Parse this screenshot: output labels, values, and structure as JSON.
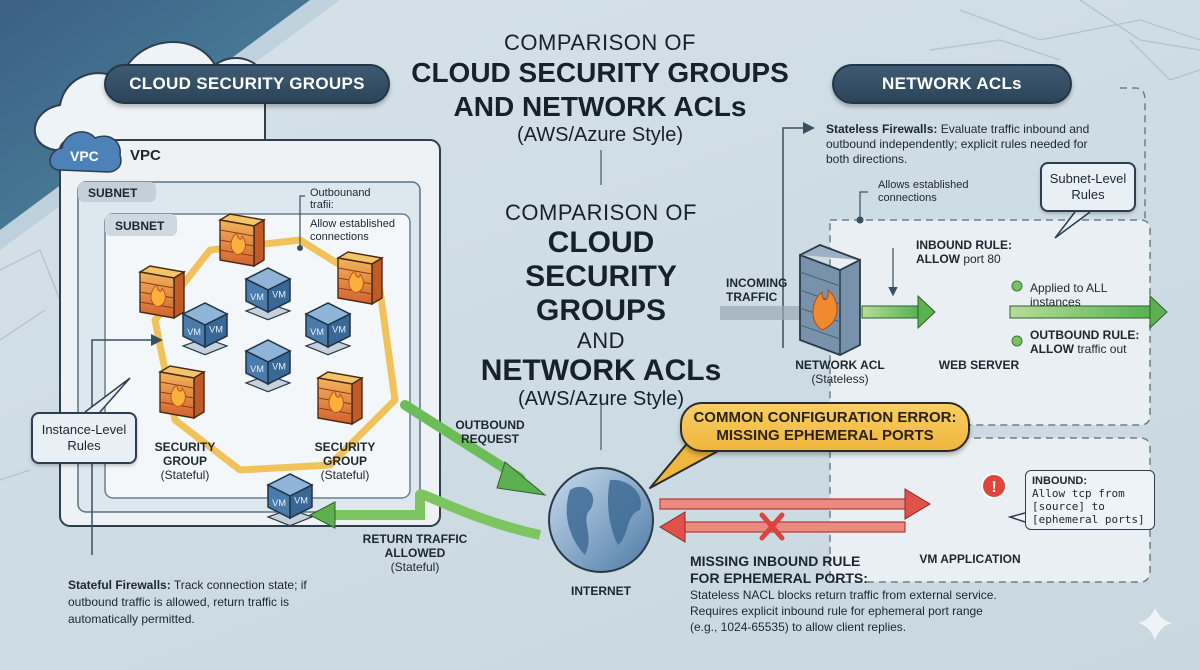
{
  "header": {
    "title_prefix": "COMPARISON OF",
    "title_line1": "CLOUD SECURITY GROUPS",
    "title_line2": "AND NETWORK ACLs",
    "subtitle": "(AWS/Azure Style)"
  },
  "center_title": {
    "prefix": "COMPARISON OF",
    "line1": "CLOUD SECURITY",
    "line2": "GROUPS",
    "conj": "AND",
    "line3": "NETWORK ACLs",
    "subtitle": "(AWS/Azure Style)"
  },
  "left_panel": {
    "heading": "CLOUD SECURITY GROUPS",
    "vpc_badge": "VPC",
    "vpc_label": "VPC",
    "subnet_outer": "SUBNET",
    "subnet_inner": "SUBNET",
    "note_outbound": "Outbounand trafii:",
    "note_allow": "Allow established connections",
    "vm_label": "VM",
    "instance_callout": "Instance-Level Rules",
    "sg_left": {
      "title": "SECURITY GROUP",
      "state": "(Stateful)"
    },
    "sg_right": {
      "title": "SECURITY GROUP",
      "state": "(Stateful)"
    },
    "outbound_request": "OUTBOUND REQUEST",
    "return_traffic": "RETURN TRAFFIC ALLOWED",
    "return_state": "(Stateful)",
    "footer_bold": "Stateful Firewalls:",
    "footer_text": " Track connection state; if outbound traffic is allowed, return traffic is automatically permitted."
  },
  "internet": {
    "label": "INTERNET"
  },
  "right_panel": {
    "heading": "NETWORK ACLs",
    "desc_bold": "Stateless Firewalls:",
    "desc_text": " Evaluate traffic inbound and outbound independently;  explicit rules needed for both directions.",
    "allows_established": "Allows established connections",
    "subnet_callout": "Subnet-Level Rules",
    "incoming_traffic": "INCOMING TRAFFIC",
    "inbound_rule_bold": "INBOUND RULE:",
    "inbound_rule_allow": "ALLOW",
    "inbound_rule_text": " port 80",
    "applied_to": "Applied to ALL instances",
    "outbound_rule_bold": "OUTBOUND RULE:",
    "outbound_rule_allow": "ALLOW",
    "outbound_rule_text": " traffic out",
    "nacl_label": "NETWORK ACL",
    "nacl_state": "(Stateless)",
    "web_server": "WEB SERVER"
  },
  "error_section": {
    "bubble_line1": "COMMON CONFIGURATION ERROR:",
    "bubble_line2": "MISSING EPHEMERAL PORTS",
    "vm_app_label": "VM APPLICATION",
    "inbound_title": "INBOUND:",
    "inbound_line1": "Allow tcp from",
    "inbound_line2": "[source] to",
    "inbound_line3": "[ephemeral ports]",
    "missing_title1": "MISSING INBOUND RULE",
    "missing_title2": "FOR EPHEMERAL PORTS:",
    "missing_desc1": "Stateless NACL blocks return traffic from external service.",
    "missing_desc2": "Requires explicit inbound rule for ephemeral port range",
    "missing_desc3": "(e.g., 1024-65535) to allow client replies."
  },
  "colors": {
    "pill": "#2f475c",
    "allow_green": "#5cb85c",
    "deny_red": "#e0514a",
    "warning_yellow": "#f2bf4a",
    "vm_blue": "#4a78a6",
    "firewall_orange": "#d9793a"
  }
}
